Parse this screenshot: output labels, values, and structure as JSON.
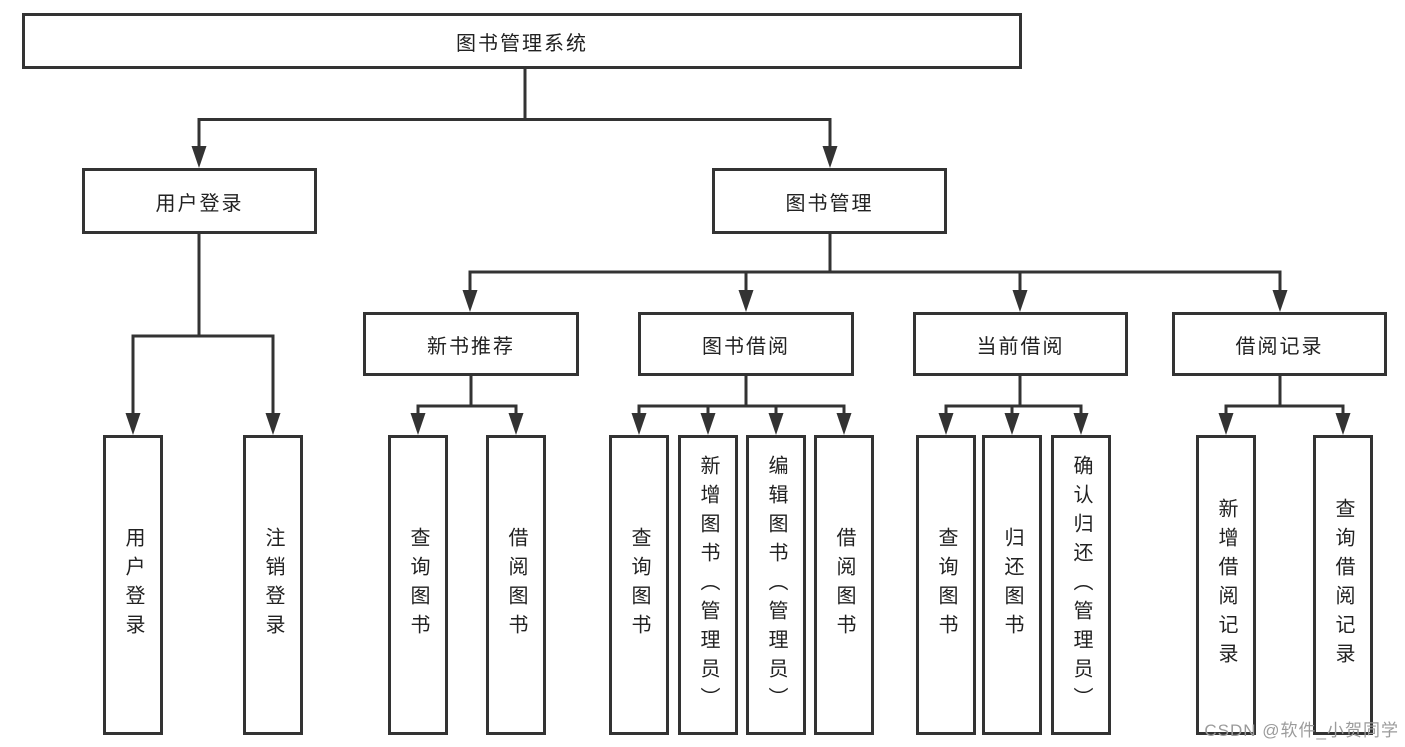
{
  "diagram": {
    "root": "图书管理系统",
    "user_login": {
      "label": "用户登录",
      "children": [
        "用户登录",
        "注销登录"
      ]
    },
    "book_management": {
      "label": "图书管理",
      "sections": {
        "new_books": {
          "label": "新书推荐",
          "children": [
            "查询图书",
            "借阅图书"
          ]
        },
        "book_borrowing": {
          "label": "图书借阅",
          "children": [
            "查询图书",
            "新增图书（管理员）",
            "编辑图书（管理员）",
            "借阅图书"
          ]
        },
        "current_borrowing": {
          "label": "当前借阅",
          "children": [
            "查询图书",
            "归还图书",
            "确认归还（管理员）"
          ]
        },
        "borrowing_records": {
          "label": "借阅记录",
          "children": [
            "新增借阅记录",
            "查询借阅记录"
          ]
        }
      }
    }
  },
  "watermark": "CSDN @软件_小贺同学",
  "colors": {
    "line": "#333333",
    "text": "#222222",
    "watermark": "#9b9b9b",
    "background": "#ffffff"
  }
}
